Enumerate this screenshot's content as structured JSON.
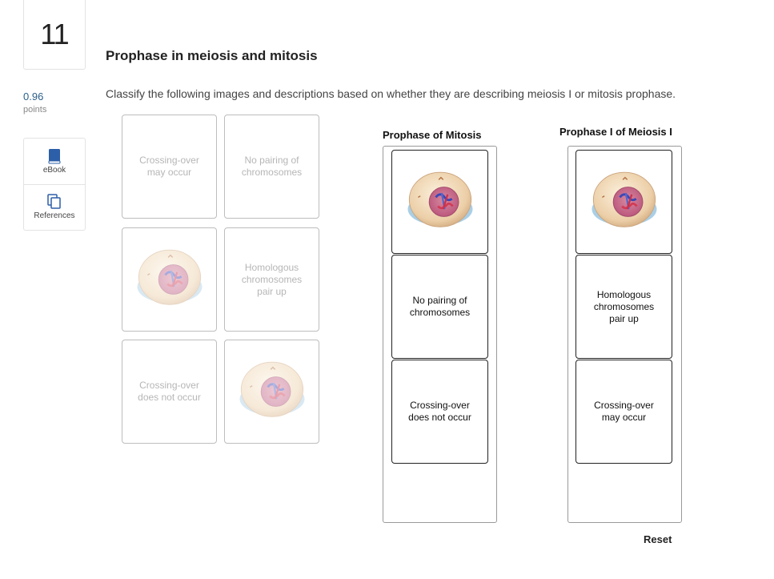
{
  "question": {
    "number": "11",
    "points_value": "0.96",
    "points_label": "points",
    "title": "Prophase in meiosis and mitosis",
    "instructions": "Classify the following images and descriptions based on whether they are describing meiosis I or mitosis prophase."
  },
  "sidebar": {
    "ebook_label": "eBook",
    "references_label": "References"
  },
  "source_cards": {
    "crossing_over_may": "Crossing-over may occur",
    "no_pairing": "No pairing of chromosomes",
    "homologous_pair": "Homologous chromosomes pair up",
    "crossing_over_not": "Crossing-over does not occur"
  },
  "bins": {
    "mitosis": {
      "title": "Prophase of Mitosis",
      "cards": [
        "No pairing of chromosomes",
        "Crossing-over does not occur"
      ]
    },
    "meiosis": {
      "title": "Prophase I of Meiosis I",
      "cards": [
        "Homologous chromosomes pair up",
        "Crossing-over may occur"
      ]
    }
  },
  "actions": {
    "reset_label": "Reset"
  },
  "icons": {
    "ebook": "book-icon",
    "references": "copy-pages-icon",
    "cell": "cell-prophase-illustration"
  },
  "colors": {
    "accent": "#2b5f8a",
    "book_blue": "#2d5fa8"
  }
}
